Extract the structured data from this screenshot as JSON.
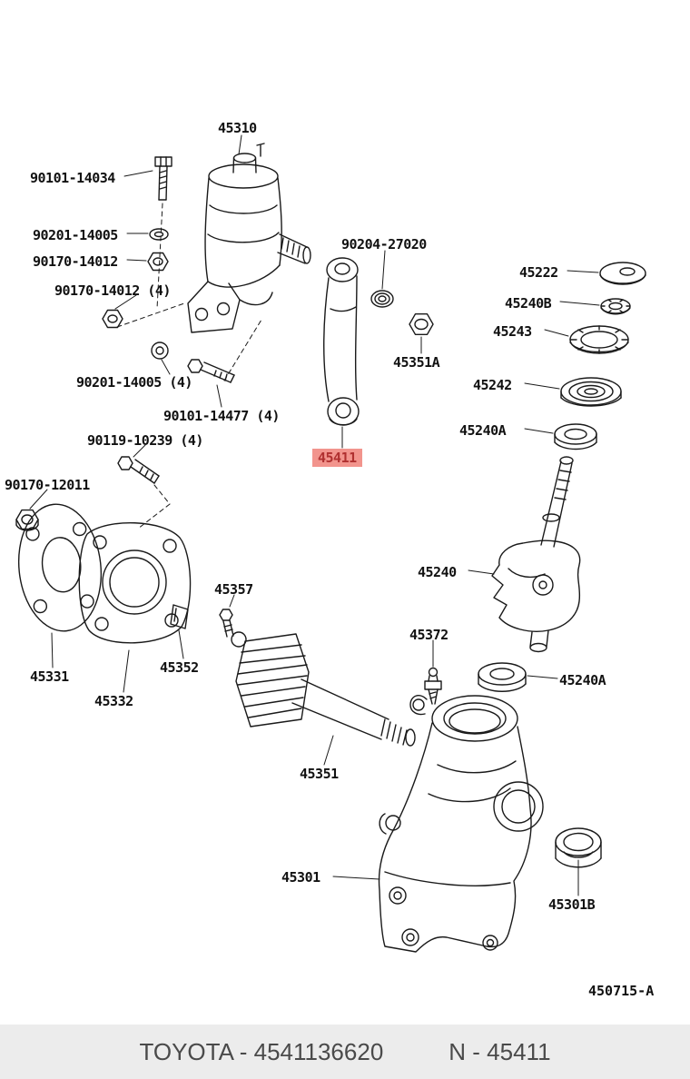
{
  "diagram": {
    "drawing_code": "450715-A",
    "highlighted_part": "45411",
    "highlight_colors": {
      "background": "#f2948d",
      "text": "#b03030"
    },
    "line_color": "#1a1a1a",
    "labels": [
      {
        "part": "45310",
        "text": "45310"
      },
      {
        "part": "90101-14034",
        "text": "90101-14034"
      },
      {
        "part": "90201-14005",
        "text": "90201-14005"
      },
      {
        "part": "90170-14012",
        "text": "90170-14012"
      },
      {
        "part": "90170-14012",
        "text": "90170-14012 (4)"
      },
      {
        "part": "90201-14005",
        "text": "90201-14005 (4)"
      },
      {
        "part": "90101-14477",
        "text": "90101-14477 (4)"
      },
      {
        "part": "90119-10239",
        "text": "90119-10239 (4)"
      },
      {
        "part": "90170-12011",
        "text": "90170-12011"
      },
      {
        "part": "90204-27020",
        "text": "90204-27020"
      },
      {
        "part": "45222",
        "text": "45222"
      },
      {
        "part": "45240B",
        "text": "45240B"
      },
      {
        "part": "45243",
        "text": "45243"
      },
      {
        "part": "45351A",
        "text": "45351A"
      },
      {
        "part": "45242",
        "text": "45242"
      },
      {
        "part": "45240A",
        "text": "45240A"
      },
      {
        "part": "45240",
        "text": "45240"
      },
      {
        "part": "45372",
        "text": "45372"
      },
      {
        "part": "45240A",
        "text": "45240A"
      },
      {
        "part": "45357",
        "text": "45357"
      },
      {
        "part": "45352",
        "text": "45352"
      },
      {
        "part": "45331",
        "text": "45331"
      },
      {
        "part": "45332",
        "text": "45332"
      },
      {
        "part": "45351",
        "text": "45351"
      },
      {
        "part": "45411",
        "text": "45411",
        "highlighted": true
      },
      {
        "part": "45301",
        "text": "45301"
      },
      {
        "part": "45301B",
        "text": "45301B"
      }
    ]
  },
  "footer": {
    "background": "#ececec",
    "part_code_text": "TOYOTA - 4541136620",
    "part_number_text": "N - 45411"
  }
}
